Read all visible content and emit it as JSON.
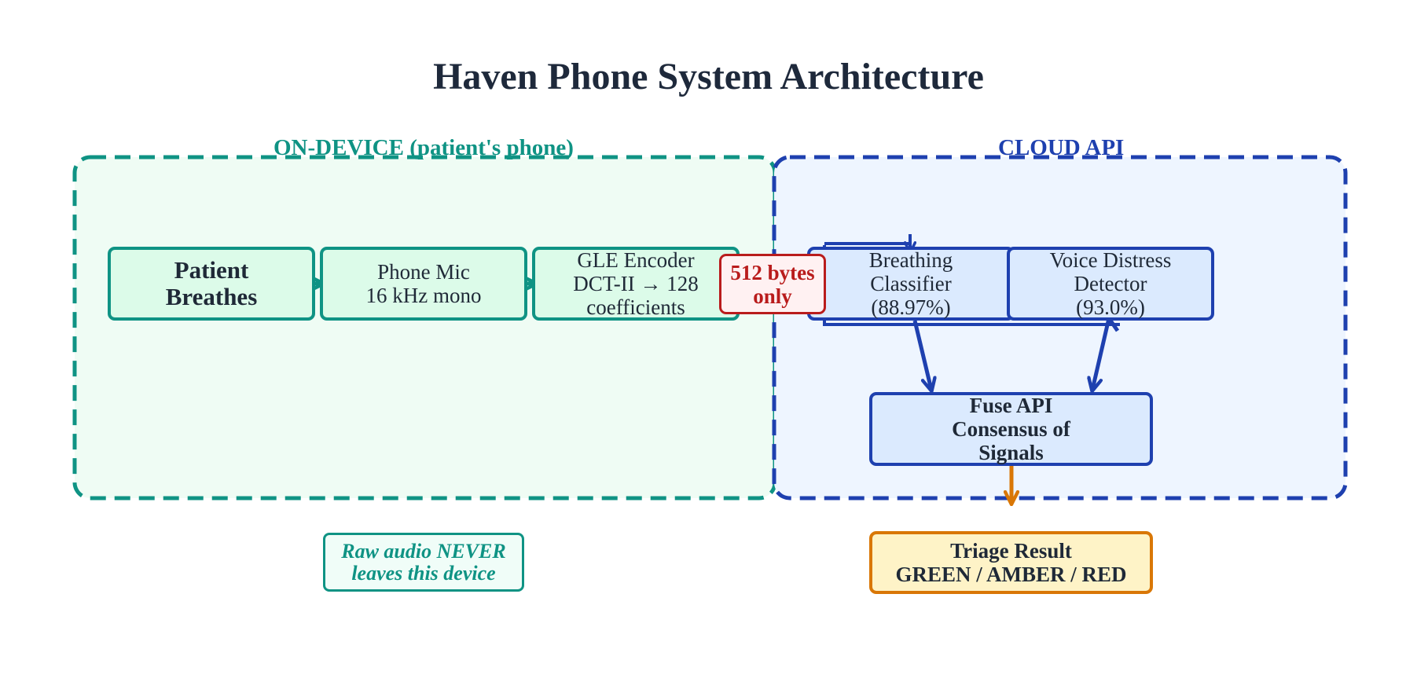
{
  "title": "Haven Phone System Architecture",
  "regions": {
    "on_device": {
      "label": "ON-DEVICE (patient's phone)"
    },
    "cloud": {
      "label": "CLOUD API"
    }
  },
  "nodes": {
    "patient": {
      "lines": [
        "Patient",
        "Breathes"
      ]
    },
    "mic": {
      "lines": [
        "Phone Mic",
        "16 kHz mono"
      ]
    },
    "encoder": {
      "lines": [
        "GLE Encoder",
        "DCT-II → 128",
        "coefficients"
      ]
    },
    "payload": {
      "lines": [
        "512 bytes",
        "only"
      ]
    },
    "breathing": {
      "lines": [
        "Breathing",
        "Classifier",
        "(88.97%)"
      ]
    },
    "voice": {
      "lines": [
        "Voice Distress",
        "Detector",
        "(93.0%)"
      ]
    },
    "fuse": {
      "lines": [
        "Fuse API",
        "Consensus of",
        "Signals"
      ]
    },
    "triage": {
      "lines": [
        "Triage Result",
        "GREEN / AMBER / RED"
      ]
    }
  },
  "privacy_note": {
    "lines": [
      "Raw audio NEVER",
      "leaves this device"
    ]
  },
  "colors": {
    "on_device": "#0f9384",
    "cloud": "#1e40af",
    "payload": "#b91c1c",
    "result": "#d97706",
    "title": "#1e293b"
  }
}
